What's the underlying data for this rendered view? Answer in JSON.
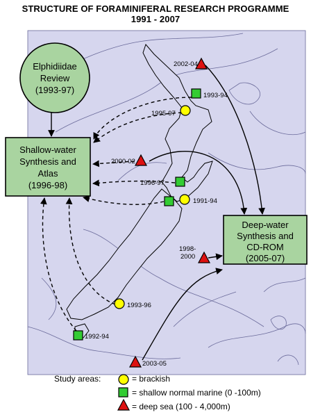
{
  "title": {
    "line1": "STRUCTURE OF FORAMINIFERAL RESEARCH PROGRAMME",
    "line2": "1991 - 2007"
  },
  "boxes": {
    "elphidiidae": [
      "Elphidiidae",
      "Review",
      "(1993-97)"
    ],
    "shallow": [
      "Shallow-water",
      "Synthesis and",
      "Atlas",
      "(1996-98)"
    ],
    "deep": [
      "Deep-water",
      "Synthesis and",
      "CD-ROM",
      "(2005-07)"
    ]
  },
  "sites": {
    "s2002": "2002-04",
    "s1993_94": "1993-94",
    "s1995": "1995-97",
    "s2000": "2000-02",
    "s1996": "1996-97",
    "s1991": "1991-94",
    "s1998a": "1998-",
    "s1998b": "2000",
    "s1993_96": "1993-96",
    "s1992": "1992-94",
    "s2003": "2003-05"
  },
  "legend": {
    "title": "Study areas:",
    "brackish": "= brackish",
    "shallow": "= shallow normal marine (0 -100m)",
    "deep": "= deep sea (100 - 4,000m)"
  },
  "colors": {
    "map_bg": "#d6d6ee",
    "contour": "#6a6a9a",
    "box_fill": "#a9d4a0",
    "circle_marker": "#ffff00",
    "square_marker": "#33cc33",
    "triangle_marker": "#dd1111"
  }
}
